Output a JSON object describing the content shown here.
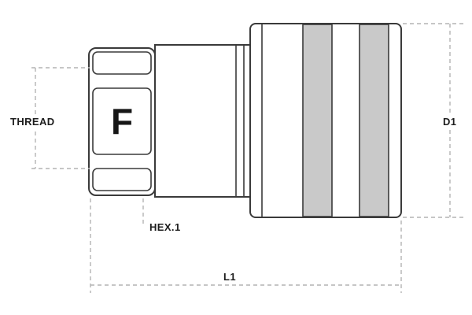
{
  "diagram": {
    "labels": {
      "thread": "THREAD",
      "hex": "HEX.1",
      "d1": "D1",
      "l1": "L1"
    },
    "logo": "F",
    "colors": {
      "outline": "#3a3a3a",
      "dimension": "#b3b3b3",
      "band_fill": "#c9c9c9",
      "text": "#1d1d1d"
    }
  }
}
